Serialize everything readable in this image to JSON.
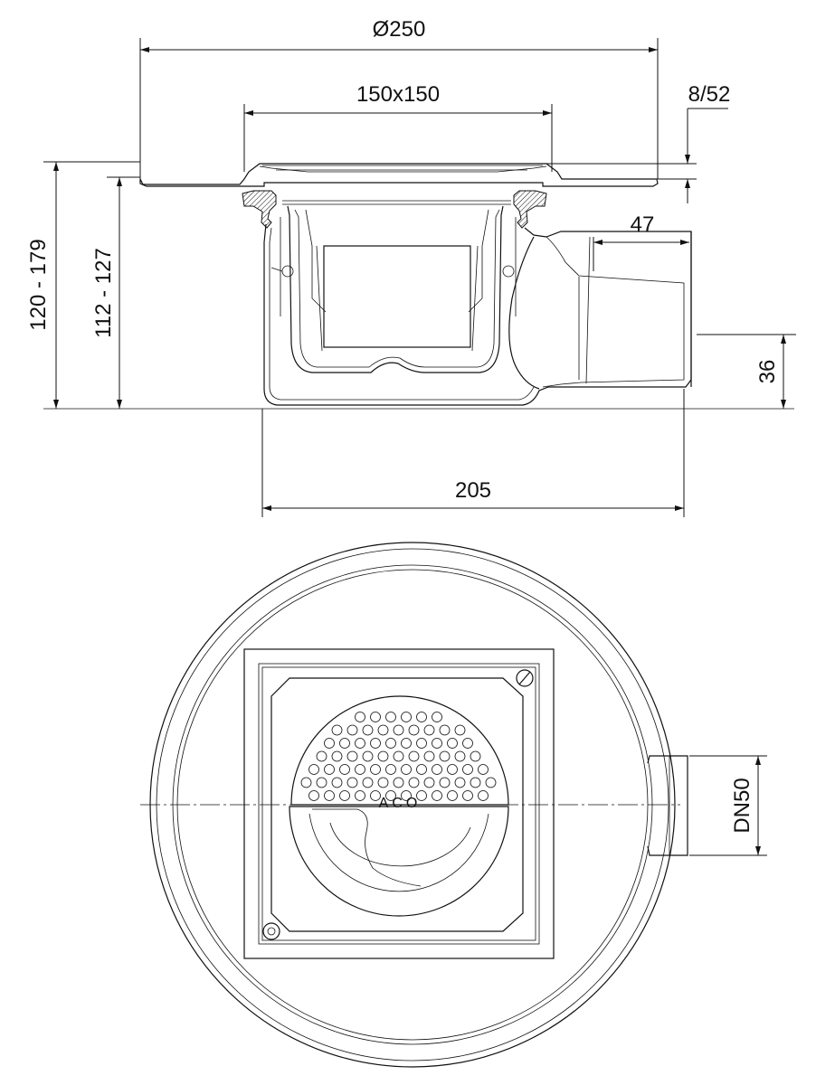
{
  "dimensions": {
    "outer_diameter": "Ø250",
    "grate_size": "150x150",
    "height_top": "8/52",
    "overall_height": "120 - 179",
    "body_height": "112 - 127",
    "outlet_length": "47",
    "outlet_height": "36",
    "body_width": "205",
    "outlet_size": "DN50"
  },
  "grate_marking": "ACO"
}
